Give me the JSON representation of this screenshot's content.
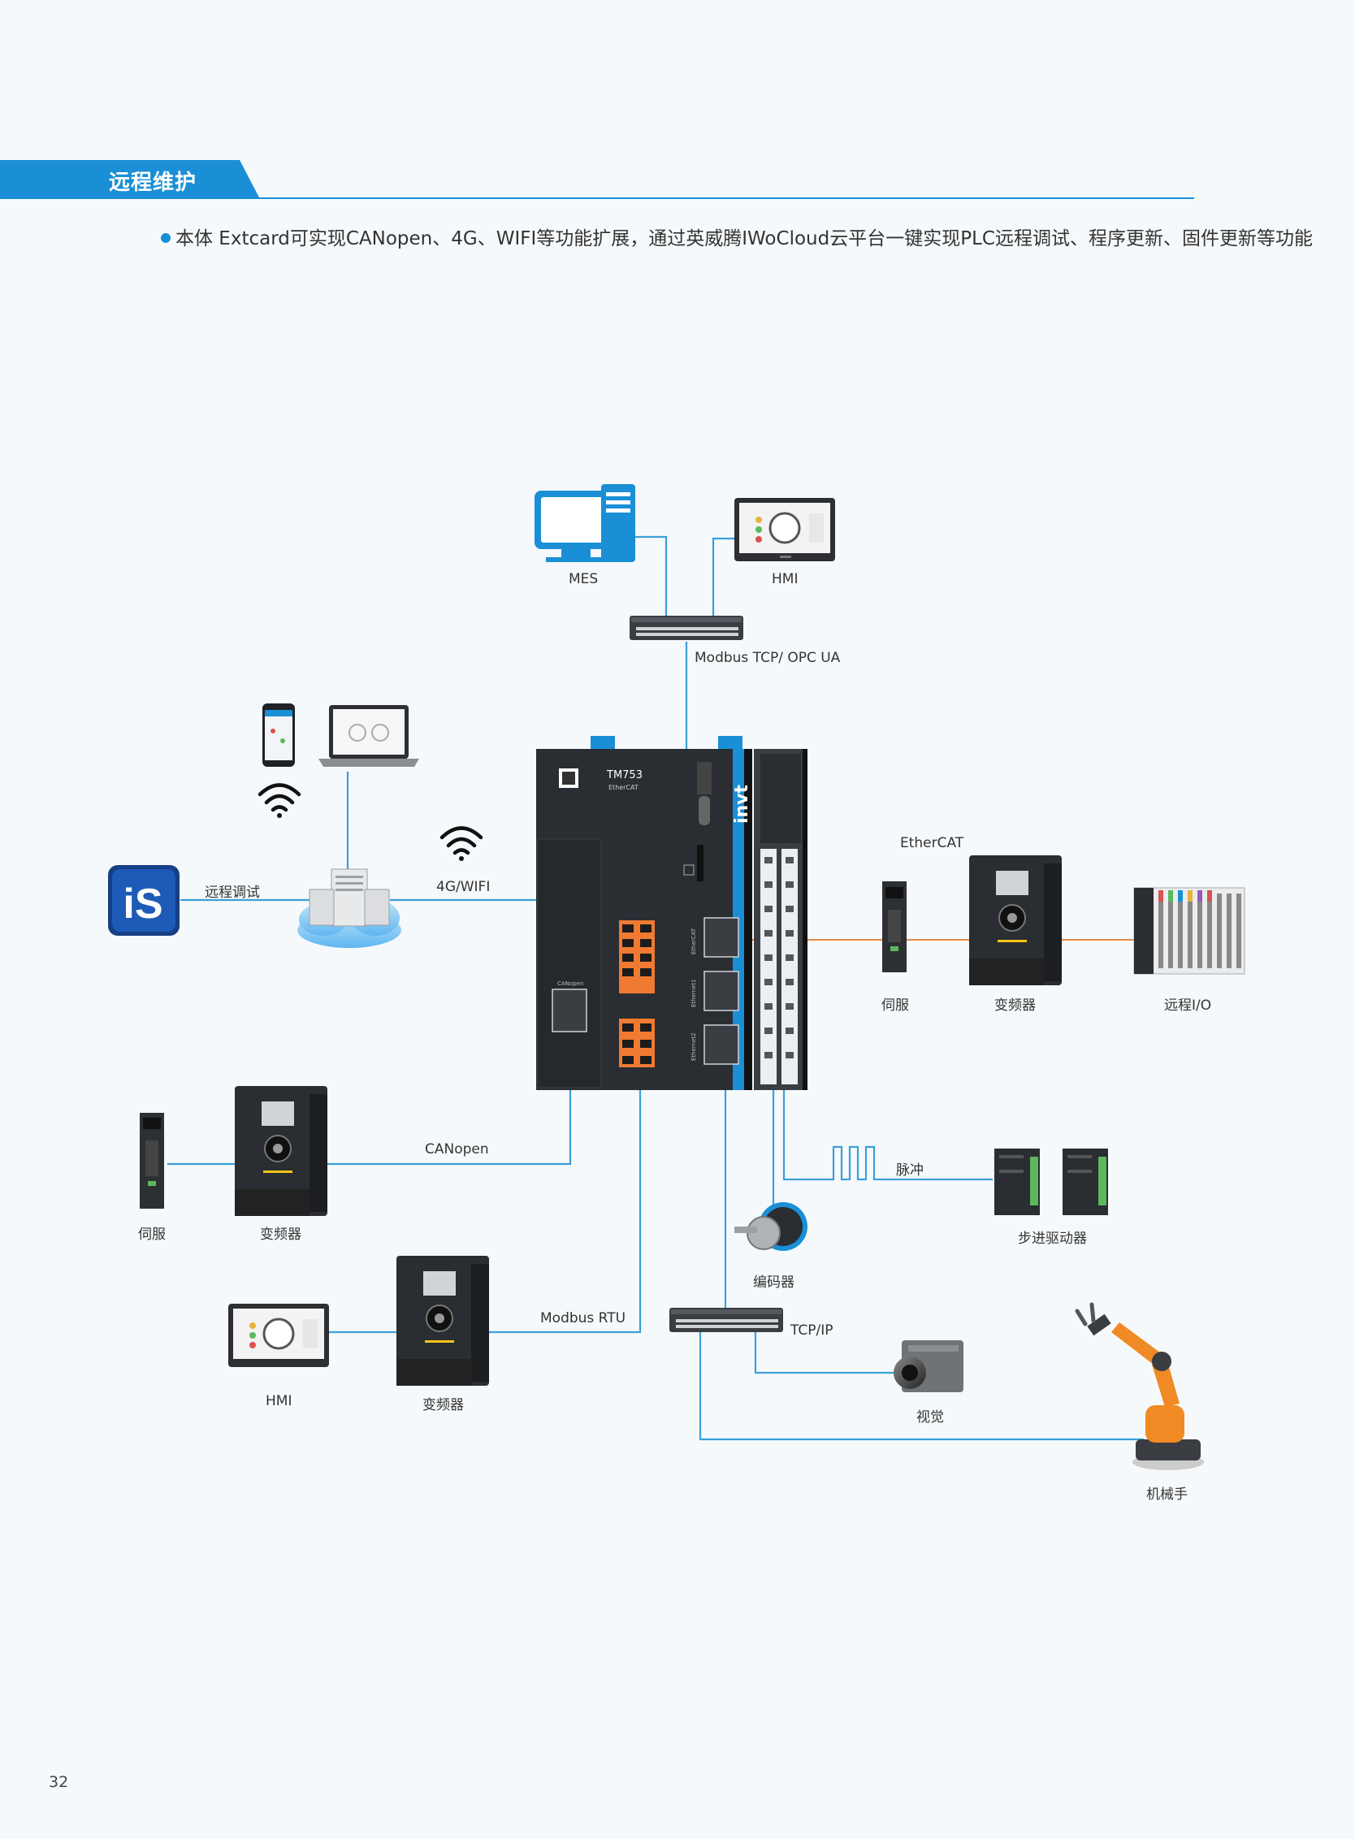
{
  "section": {
    "title": "远程维护",
    "bullet": "本体 Extcard可实现CANopen、4G、WIFI等功能扩展，通过英威腾IWoCloud云平台一键实现PLC远程调试、程序更新、固件更新等功能"
  },
  "diagram": {
    "labels": {
      "mes": "MES",
      "hmi_top": "HMI",
      "switch_top": "Modbus TCP/ OPC UA",
      "remote_debug": "远程调试",
      "wireless": "4G/WIFI",
      "ethercat": "EtherCAT",
      "servo_right": "伺服",
      "vfd_right": "变频器",
      "remote_io": "远程I/O",
      "canopen": "CANopen",
      "servo_left": "伺服",
      "vfd_left": "变频器",
      "pulse": "脉冲",
      "stepper": "步进驱动器",
      "encoder": "编码器",
      "modbus_rtu": "Modbus RTU",
      "hmi_bottom": "HMI",
      "vfd_bottom": "变频器",
      "tcpip": "TCP/IP",
      "vision": "视觉",
      "robot": "机械手"
    },
    "plc": {
      "model": "TM753",
      "bus": "EtherCAT",
      "brand": "invt",
      "port_canopen": "CANopen",
      "port_ethercat": "EtherCAT",
      "port_ethernet1": "Ethernet1",
      "port_ethernet2": "Ethernet2"
    },
    "logo_text": "iS",
    "colors": {
      "accent": "#1a8fd6",
      "line_blue": "#3aa0d8",
      "line_orange": "#e07a2a",
      "device_dark": "#2a2d31",
      "robot_orange": "#f08a24"
    }
  },
  "page_number": "32"
}
